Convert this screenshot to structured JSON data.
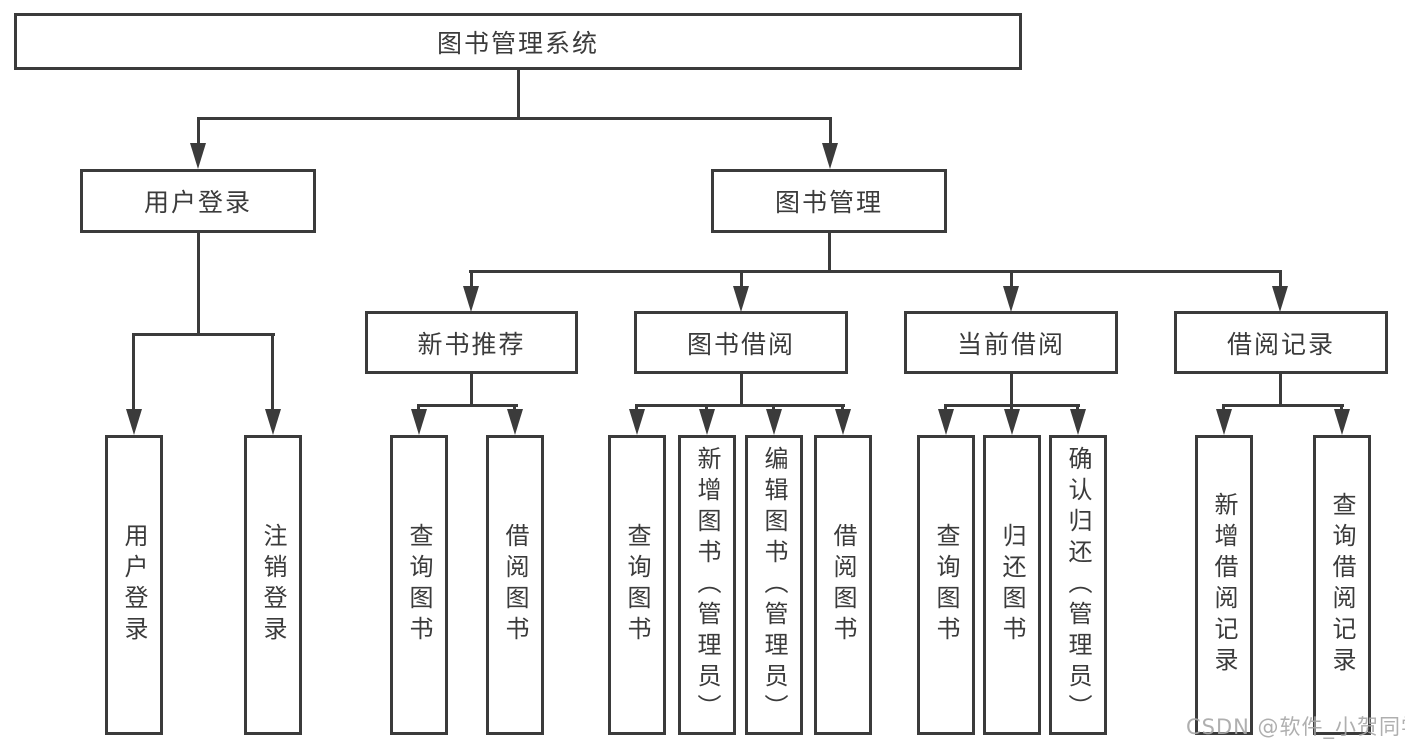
{
  "diagram": {
    "root": {
      "label": "图书管理系统"
    },
    "level2": [
      {
        "label": "用户登录",
        "children": [
          "用户登录",
          "注销登录"
        ]
      },
      {
        "label": "图书管理"
      }
    ],
    "level3": [
      {
        "label": "新书推荐",
        "children": [
          "查询图书",
          "借阅图书"
        ]
      },
      {
        "label": "图书借阅",
        "children": [
          "查询图书",
          "新增图书（管理员）",
          "编辑图书（管理员）",
          "借阅图书"
        ]
      },
      {
        "label": "当前借阅",
        "children": [
          "查询图书",
          "归还图书",
          "确认归还（管理员）"
        ]
      },
      {
        "label": "借阅记录",
        "children": [
          "新增借阅记录",
          "查询借阅记录"
        ]
      }
    ],
    "watermark": "CSDN @软件_小贺同学",
    "colors": {
      "line": "#3b3b3b",
      "text": "#3b3b3b",
      "background": "#ffffff",
      "watermark": "#a8a8a8"
    }
  }
}
